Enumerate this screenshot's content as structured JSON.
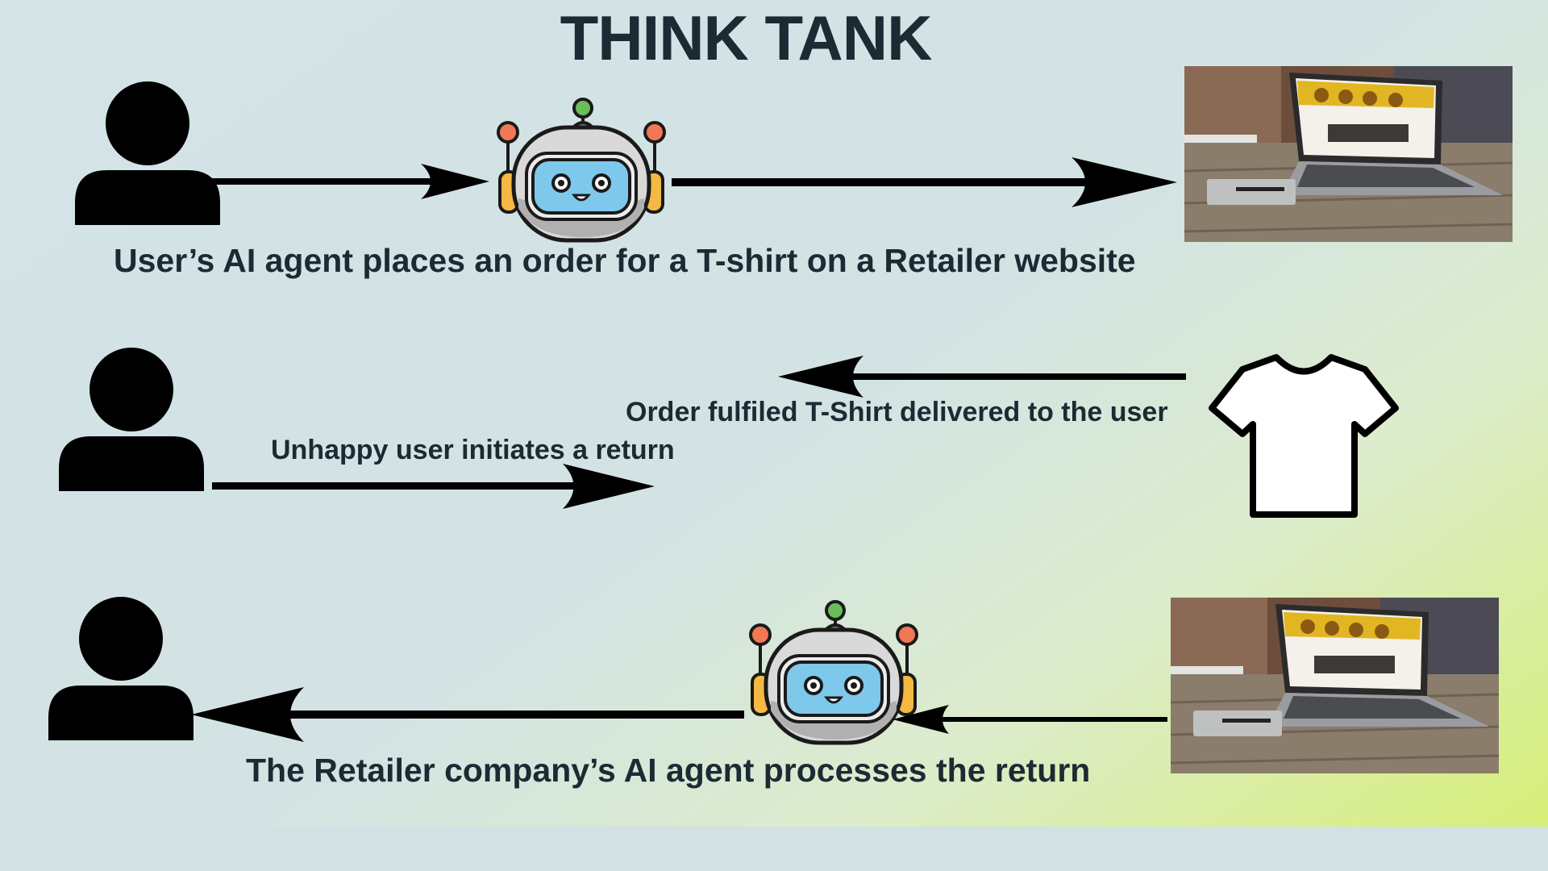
{
  "title": "THINK TANK",
  "captions": {
    "order": "User’s AI agent places an order for a T-shirt on a Retailer website",
    "delivered": "Order fulfiled T-Shirt delivered to the user",
    "return": "Unhappy user initiates a return",
    "process": "The Retailer company’s AI agent processes the return"
  },
  "icons": {
    "user": "user-icon",
    "robot": "robot-agent-icon",
    "laptop": "laptop-website-photo",
    "tshirt": "tshirt-icon"
  },
  "colors": {
    "text": "#1b2a33",
    "arrow": "#000000",
    "robot_face": "#7ec8ec",
    "robot_antenna_tip": "#f07855",
    "robot_ear": "#f5b942",
    "background_gradient_end": "#d7ee78"
  }
}
